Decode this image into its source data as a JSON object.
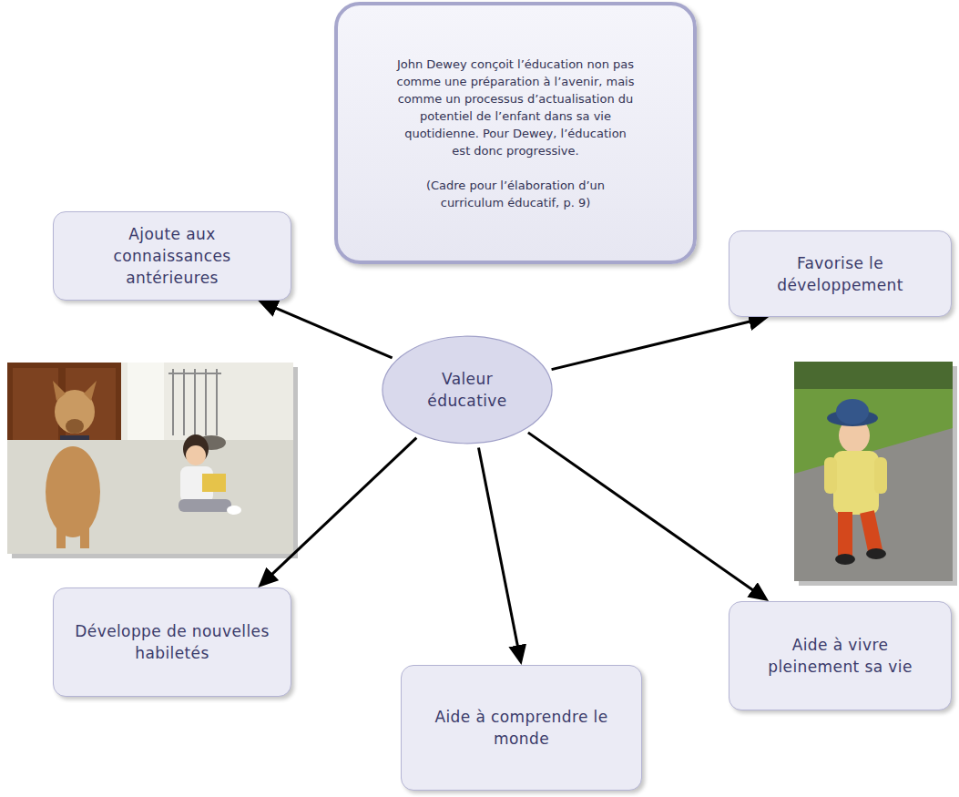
{
  "diagram": {
    "nodes": [
      {
        "text": [
          "John Dewey conçoit l’éducation non pas comme une préparation à l’avenir, mais comme un processus d’actualisation du potentiel de l’enfant dans sa vie quotidienne. Pour Dewey, l’éducation est donc progressive.",
          "(Cadre pour l’élaboration d’un curriculum éducatif, p. 9)"
        ]
      },
      {
        "text": [
          "Ajoute aux connaissances antérieures"
        ]
      },
      {
        "text": [
          "Favorise le développement"
        ]
      },
      {
        "text": [
          "Valeur éducative"
        ]
      },
      {
        "text": [
          "Développe de nouvelles habiletés"
        ]
      },
      {
        "text": [
          "Aide à comprendre le monde"
        ]
      },
      {
        "text": [
          "Aide à vivre pleinement sa vie"
        ]
      }
    ],
    "edges": [
      {
        "from": 3,
        "to": 1,
        "arrow": "to"
      },
      {
        "from": 3,
        "to": 2,
        "arrow": "to"
      },
      {
        "from": 3,
        "to": 4,
        "arrow": "to"
      },
      {
        "from": 3,
        "to": 5,
        "arrow": "to"
      },
      {
        "from": 3,
        "to": 6,
        "arrow": "to"
      }
    ]
  }
}
